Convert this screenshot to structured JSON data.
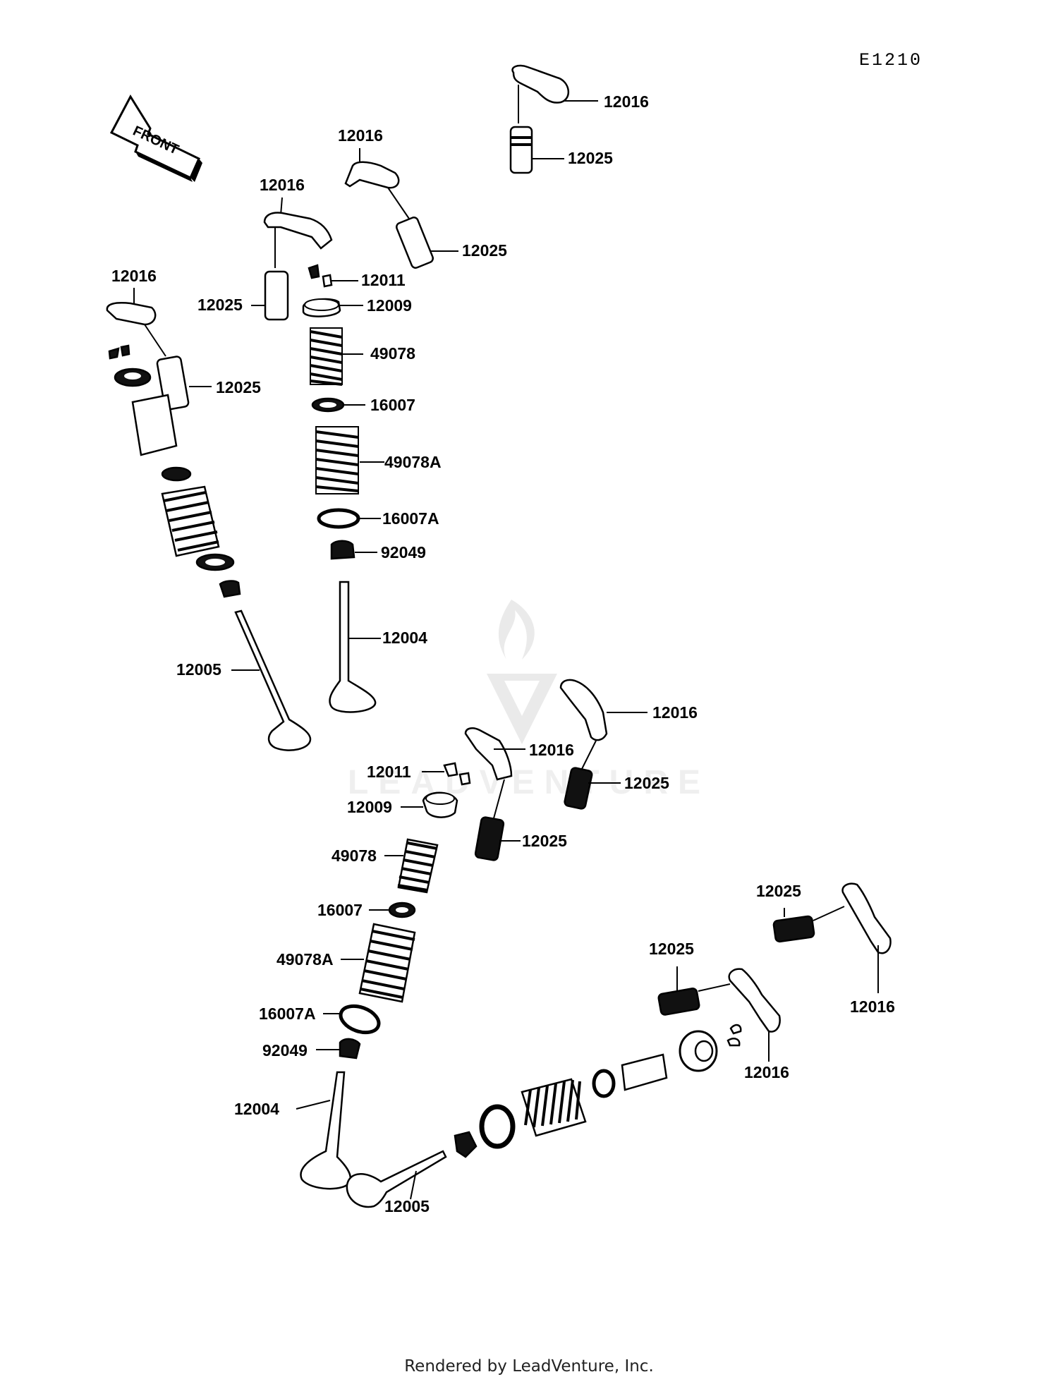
{
  "diagram": {
    "code": "E1210",
    "front_label": "FRONT",
    "watermark_text": "LEADVENTURE",
    "labels": {
      "cyl1_rocker_a": "12016",
      "cyl1_lifter_a": "12025",
      "cyl1_rocker_b": "12016",
      "cyl1_lifter_b": "12025",
      "cyl1_rocker_c": "12016",
      "cyl1_lifter_c": "12025",
      "cyl1_rocker_d": "12016",
      "cyl1_lifter_d": "12025",
      "cyl1_collet": "12011",
      "cyl1_retainer": "12009",
      "cyl1_spring_inner": "49078",
      "cyl1_seat_inner": "16007",
      "cyl1_spring_outer": "49078A",
      "cyl1_seat_outer": "16007A",
      "cyl1_seal": "92049",
      "cyl1_intake_valve": "12004",
      "cyl1_exhaust_valve": "12005",
      "cyl2_rocker_a": "12016",
      "cyl2_rocker_b": "12016",
      "cyl2_lifter_a": "12025",
      "cyl2_lifter_b": "12025",
      "cyl2_collet": "12011",
      "cyl2_retainer": "12009",
      "cyl2_spring_inner": "49078",
      "cyl2_seat_inner": "16007",
      "cyl2_spring_outer": "49078A",
      "cyl2_seat_outer": "16007A",
      "cyl2_seal": "92049",
      "cyl2_intake_valve": "12004",
      "cyl2_exhaust_valve": "12005",
      "cyl2_lifter_c": "12025",
      "cyl2_lifter_d": "12025",
      "cyl2_rocker_c": "12016",
      "cyl2_rocker_d": "12016"
    }
  },
  "footer": {
    "text": "Rendered by LeadVenture, Inc."
  },
  "colors": {
    "line": "#000000",
    "background": "#ffffff",
    "watermark": "#d9d9d9"
  }
}
